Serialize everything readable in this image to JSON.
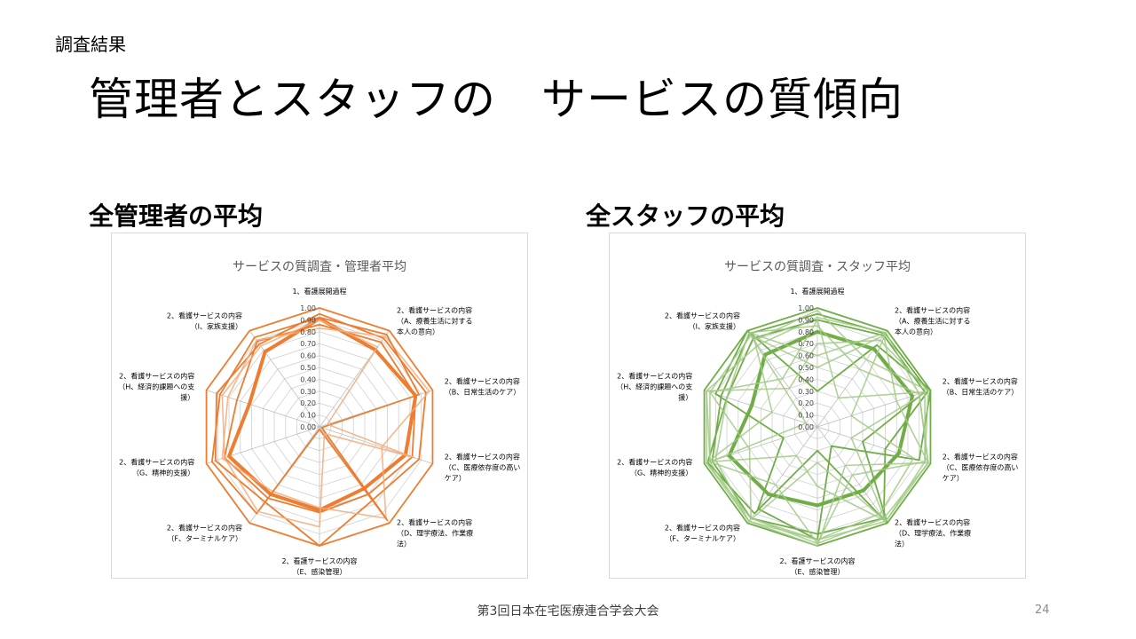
{
  "slide": {
    "breadcrumb": "調査結果",
    "title": "管理者とスタッフの　サービスの質傾向",
    "subtitle_left": "全管理者の平均",
    "subtitle_right": "全スタッフの平均",
    "footer": "第3回日本在宅医療連合学会大会",
    "page_number": "24"
  },
  "chart_data": [
    {
      "type": "radar",
      "title": "サービスの質調査・管理者平均",
      "rmax": 1.0,
      "ticks": [
        "0.00",
        "0.10",
        "0.20",
        "0.30",
        "0.40",
        "0.50",
        "0.60",
        "0.70",
        "0.80",
        "0.90",
        "1.00"
      ],
      "axes": [
        [
          "1、看護展開過程"
        ],
        [
          "2、看護サービスの内容",
          "（A、療養生活に対する",
          "本人の意向）"
        ],
        [
          "2、看護サービスの内容",
          "（B、日常生活のケア）"
        ],
        [
          "2、看護サービスの内容",
          "（C、医療依存度の高い",
          "ケア）"
        ],
        [
          "2、看護サービスの内容",
          "（D、理学療法、作業療",
          "法）"
        ],
        [
          "2、看護サービスの内容",
          "（E、感染管理）"
        ],
        [
          "2、看護サービスの内容",
          "（F、ターミナルケア）"
        ],
        [
          "2、看護サービスの内容",
          "（G、精神的支援）"
        ],
        [
          "2、看護サービスの内容",
          "（H、経済的課題への支",
          "援）"
        ],
        [
          "2、看護サービスの内容",
          "（I、家族支援）"
        ]
      ],
      "color": "#ed7d31",
      "series": [
        {
          "values": [
            0.91,
            0.8,
            0.85,
            0.76,
            0.64,
            0.7,
            0.7,
            0.8,
            0.62,
            0.78
          ],
          "weight": "bold"
        },
        {
          "values": [
            1.0,
            1.0,
            1.0,
            1.0,
            1.0,
            1.0,
            1.0,
            1.0,
            1.0,
            1.0
          ],
          "weight": "normal"
        },
        {
          "values": [
            0.95,
            0.92,
            0.94,
            0.88,
            0.76,
            1.0,
            0.78,
            0.92,
            0.91,
            0.86
          ],
          "weight": "normal"
        },
        {
          "values": [
            0.86,
            0.88,
            0.85,
            0.82,
            0.7,
            0.72,
            0.74,
            0.84,
            0.73,
            0.89
          ],
          "weight": "normal"
        },
        {
          "values": [
            0.83,
            0.94,
            0.97,
            0.55,
            0.95,
            0.68,
            0.67,
            0.86,
            0.81,
            0.9
          ],
          "weight": "light"
        },
        {
          "values": [
            0.92,
            0.96,
            0.88,
            0.02,
            0.97,
            0.02,
            0.9,
            0.95,
            0.88,
            0.93
          ],
          "weight": "normal"
        },
        {
          "values": [
            0.9,
            0.83,
            0.07,
            0.84,
            0.07,
            0.84,
            0.88,
            0.84,
            0.86,
            0.84
          ],
          "weight": "light"
        }
      ]
    },
    {
      "type": "radar",
      "title": "サービスの質調査・スタッフ平均",
      "rmax": 1.0,
      "ticks": [
        "0.00",
        "0.10",
        "0.20",
        "0.30",
        "0.40",
        "0.50",
        "0.60",
        "0.70",
        "0.80",
        "0.90",
        "1.00"
      ],
      "axes": [
        [
          "1、看護展開過程"
        ],
        [
          "2、看護サービスの内容",
          "（A、療養生活に対する",
          "本人の意向）"
        ],
        [
          "2、看護サービスの内容",
          "（B、日常生活のケア）"
        ],
        [
          "2、看護サービスの内容",
          "（C、医療依存度の高い",
          "ケア）"
        ],
        [
          "2、看護サービスの内容",
          "（D、理学療法、作業療",
          "法）"
        ],
        [
          "2、看護サービスの内容",
          "（E、感染管理）"
        ],
        [
          "2、看護サービスの内容",
          "（F、ターミナルケア）"
        ],
        [
          "2、看護サービスの内容",
          "（G、精神的支援）"
        ],
        [
          "2、看護サービスの内容",
          "（H、経済的課題への支",
          "援）"
        ],
        [
          "2、看護サービスの内容",
          "（I、家族支援）"
        ]
      ],
      "color": "#70ad47",
      "series": [
        {
          "values": [
            0.8,
            0.81,
            0.84,
            0.72,
            0.66,
            0.66,
            0.7,
            0.78,
            0.58,
            0.75
          ],
          "weight": "bold"
        },
        {
          "values": [
            1.0,
            1.0,
            1.0,
            1.0,
            1.0,
            1.0,
            1.0,
            1.0,
            1.0,
            1.0
          ],
          "weight": "normal"
        },
        {
          "values": [
            0.95,
            0.97,
            0.98,
            0.6,
            0.95,
            0.9,
            0.95,
            0.93,
            0.85,
            0.97
          ],
          "weight": "normal"
        },
        {
          "values": [
            0.9,
            0.95,
            0.95,
            0.4,
            1.0,
            0.2,
            0.9,
            0.97,
            0.8,
            0.92
          ],
          "weight": "normal"
        },
        {
          "values": [
            0.3,
            0.85,
            1.0,
            0.9,
            0.2,
            0.95,
            0.85,
            0.3,
            0.9,
            1.0
          ],
          "weight": "normal"
        },
        {
          "values": [
            0.6,
            0.98,
            0.9,
            0.98,
            0.4,
            1.0,
            0.98,
            0.95,
            0.1,
            0.98
          ],
          "weight": "light"
        },
        {
          "values": [
            0.9,
            0.3,
            0.95,
            0.95,
            0.98,
            0.5,
            0.3,
            0.95,
            0.95,
            0.5
          ],
          "weight": "light"
        },
        {
          "values": [
            0.5,
            0.95,
            0.7,
            0.98,
            0.95,
            0.98,
            0.95,
            0.6,
            0.95,
            0.95
          ],
          "weight": "light"
        },
        {
          "values": [
            0.98,
            0.7,
            0.98,
            0.3,
            0.98,
            0.95,
            0.95,
            0.98,
            0.4,
            0.9
          ],
          "weight": "light"
        },
        {
          "values": [
            0.7,
            0.9,
            0.98,
            0.95,
            0.5,
            0.98,
            0.6,
            0.95,
            0.98,
            0.4
          ],
          "weight": "light"
        },
        {
          "values": [
            0.85,
            0.6,
            0.9,
            0.98,
            0.98,
            0.3,
            0.98,
            0.9,
            0.8,
            0.98
          ],
          "weight": "light"
        },
        {
          "values": [
            0.92,
            0.98,
            0.3,
            0.85,
            0.9,
            0.95,
            0.98,
            0.98,
            0.98,
            0.85
          ],
          "weight": "light"
        }
      ]
    }
  ]
}
